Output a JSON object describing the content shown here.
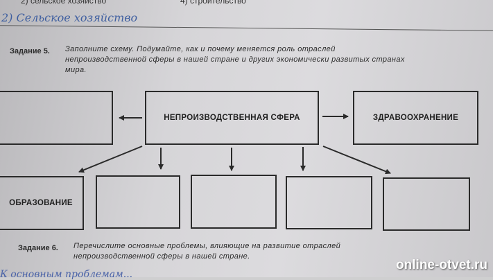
{
  "header": {
    "option_2": "2) сельское хозяйство",
    "option_4": "4) строительство",
    "handwritten_answer": "2) Сельское хозяйство"
  },
  "task5": {
    "label": "Задание 5.",
    "text": "Заполните схему. Подумайте, как и почему меняется роль отраслей непроизводственной сферы в нашей стране и других экономически развитых странах мира."
  },
  "diagram": {
    "center": "НЕПРОИЗВОДСТВЕННАЯ СФЕРА",
    "left_box": "",
    "right_box": "ЗДРАВООХРАНЕНИЕ",
    "bottom_boxes": [
      "ОБРАЗОВАНИЕ",
      "",
      "",
      "",
      ""
    ]
  },
  "task6": {
    "label": "Задание 6.",
    "text": "Перечислите основные проблемы, влияющие на развитие отраслей непроизводственной сферы в нашей стране."
  },
  "watermark": "online-otvet.ru",
  "bottom_handwriting": "К основным проблемам..."
}
